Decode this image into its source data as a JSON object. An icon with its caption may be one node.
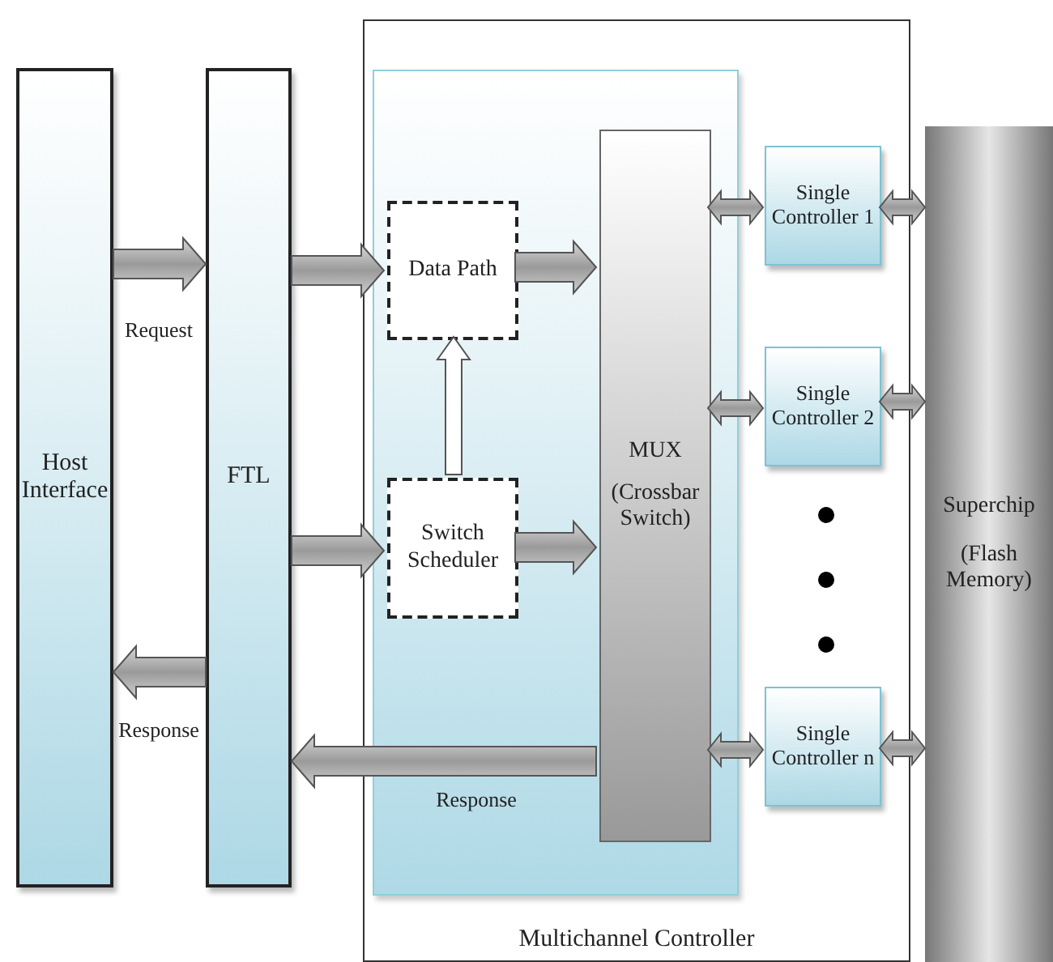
{
  "diagram": {
    "nodes": [
      {
        "text": [
          "Host Interface"
        ]
      },
      {
        "text": [
          "FTL"
        ]
      },
      {
        "text": [
          "Multichannel Controller"
        ]
      },
      {
        "text": [],
        "shape": "box",
        "in": 2
      },
      {
        "text": [
          "Data Path"
        ],
        "in": 3
      },
      {
        "text": [
          "Switch Scheduler"
        ],
        "in": 3
      },
      {
        "text": [
          "MUX",
          "(Crossbar Switch)"
        ],
        "in": 3
      },
      {
        "text": [
          "Single Controller 1"
        ],
        "in": 2
      },
      {
        "text": [
          "Single Controller 2"
        ],
        "in": 2
      },
      {
        "text": [
          "Single Controller n"
        ],
        "in": 2
      },
      {
        "text": [
          "Superchip",
          "(Flash Memory)"
        ]
      }
    ],
    "edges": [
      {
        "from": 0,
        "to": 1,
        "arrow": "to",
        "label": "Request"
      },
      {
        "from": 1,
        "to": 0,
        "arrow": "to",
        "label": "Response"
      },
      {
        "from": 1,
        "to": 4,
        "arrow": "to"
      },
      {
        "from": 1,
        "to": 5,
        "arrow": "to"
      },
      {
        "from": 5,
        "to": 4,
        "arrow": "to",
        "color": "#ffffff"
      },
      {
        "from": 4,
        "to": 6,
        "arrow": "to"
      },
      {
        "from": 5,
        "to": 6,
        "arrow": "to"
      },
      {
        "from": 6,
        "to": 1,
        "arrow": "to",
        "label": "Response"
      },
      {
        "from": 6,
        "to": 7,
        "arrow": "both"
      },
      {
        "from": 6,
        "to": 8,
        "arrow": "both"
      },
      {
        "from": 6,
        "to": 9,
        "arrow": "both"
      },
      {
        "from": 7,
        "to": 10,
        "arrow": "both"
      },
      {
        "from": 8,
        "to": 10,
        "arrow": "both"
      },
      {
        "from": 9,
        "to": 10,
        "arrow": "both"
      }
    ]
  }
}
